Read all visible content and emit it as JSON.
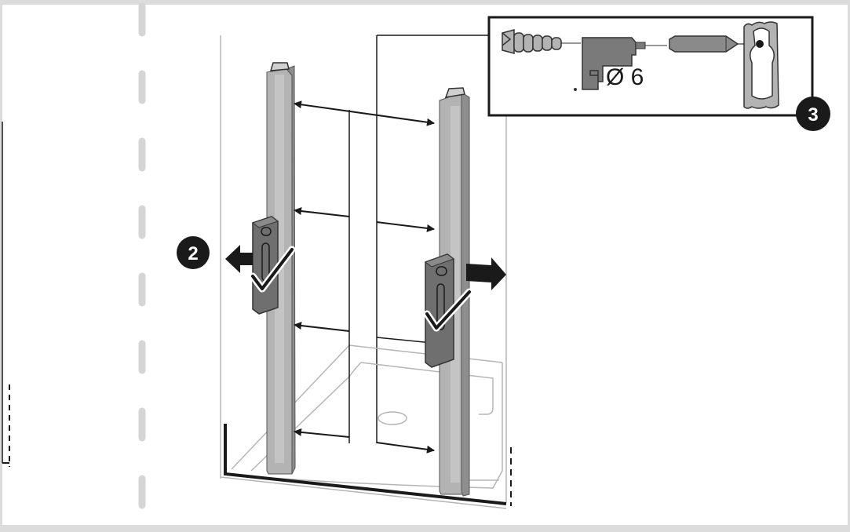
{
  "steps": {
    "left_step": "2",
    "inset_step": "3"
  },
  "inset": {
    "drill_diameter": "Ø 6",
    "icons": [
      "wall-plug-icon",
      "drill-bit-icon",
      "screw-icon",
      "keyhole-bracket-icon"
    ]
  },
  "colors": {
    "frame": "#dcdcdc",
    "profile": "#b3b3b3",
    "profile_dark": "#8e8e8e",
    "bracket": "#6f6f6f",
    "outline": "#1a1a1a",
    "tray_line": "#b5b5b5",
    "step_badge": "#1a1a1a"
  }
}
